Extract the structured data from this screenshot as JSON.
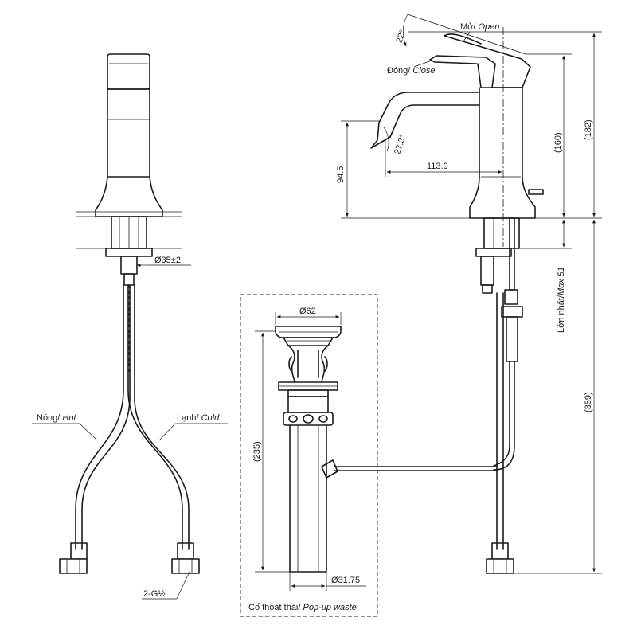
{
  "labels": {
    "open": {
      "vi": "Mở/ ",
      "en": "Open"
    },
    "close": {
      "vi": "Đóng/ ",
      "en": "Close"
    },
    "hot": {
      "vi": "Nóng/ ",
      "en": "Hot"
    },
    "cold": {
      "vi": "Lạnh/ ",
      "en": "Cold"
    },
    "max_height": {
      "vi": "Lớn nhất/",
      "en": "Max 51"
    },
    "popup_waste": {
      "vi": "Cổ thoát thải/ ",
      "en": "Pop-up waste"
    }
  },
  "dimensions": {
    "lever_angle": "22°",
    "spout_angle": "27.3°",
    "spout_reach": "113.9",
    "spout_height": "94.5",
    "height_160": "(160)",
    "height_182": "(182)",
    "total_359": "(359)",
    "waste_height": "(235)",
    "hole_diameter": "Ø35±2",
    "waste_top_diameter": "Ø62",
    "waste_bottom_diameter": "Ø31.75",
    "thread": "2-G½"
  },
  "colors": {
    "line": "#1a1a1a",
    "background": "#ffffff"
  }
}
